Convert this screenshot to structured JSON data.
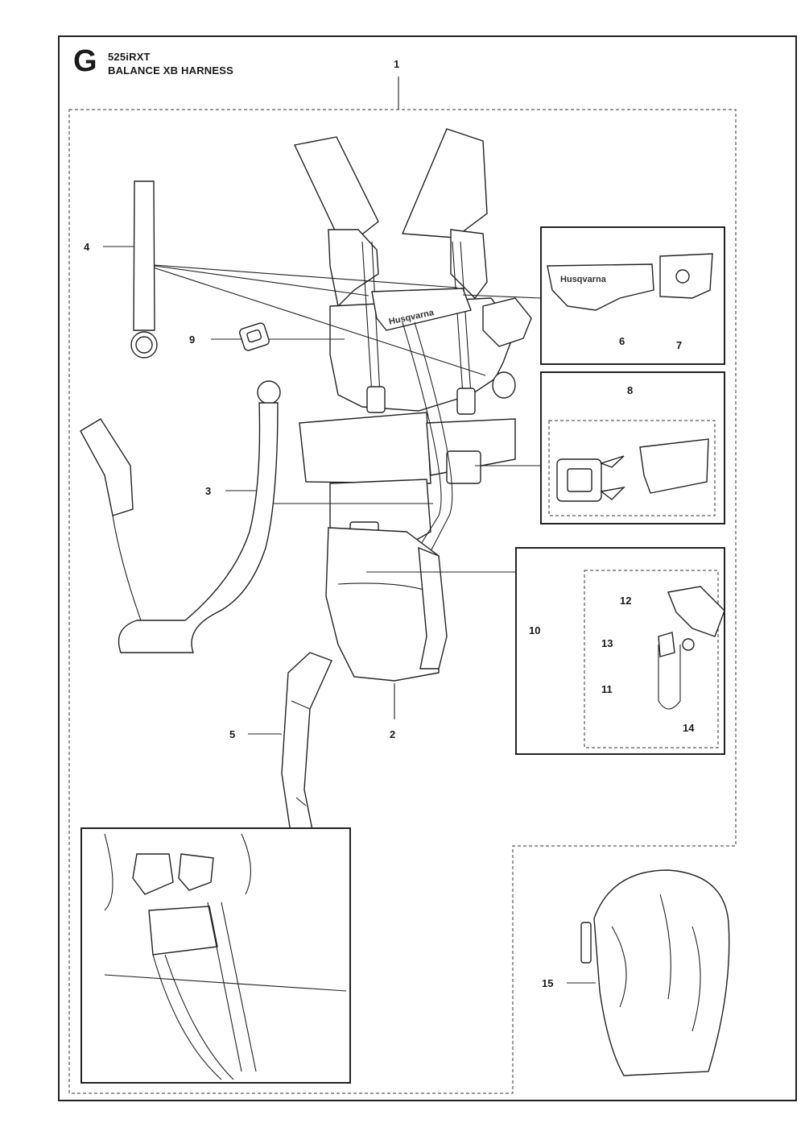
{
  "header": {
    "section_letter": "G",
    "model": "525iRXT",
    "title": "BALANCE XB HARNESS"
  },
  "brand": {
    "logo_text": "Husqvarna"
  },
  "callouts": {
    "c1": "1",
    "c2": "2",
    "c3": "3",
    "c4": "4",
    "c5": "5",
    "c6": "6",
    "c7": "7",
    "c8": "8",
    "c9": "9",
    "c10": "10",
    "c11": "11",
    "c12": "12",
    "c13": "13",
    "c14": "14",
    "c15": "15"
  }
}
